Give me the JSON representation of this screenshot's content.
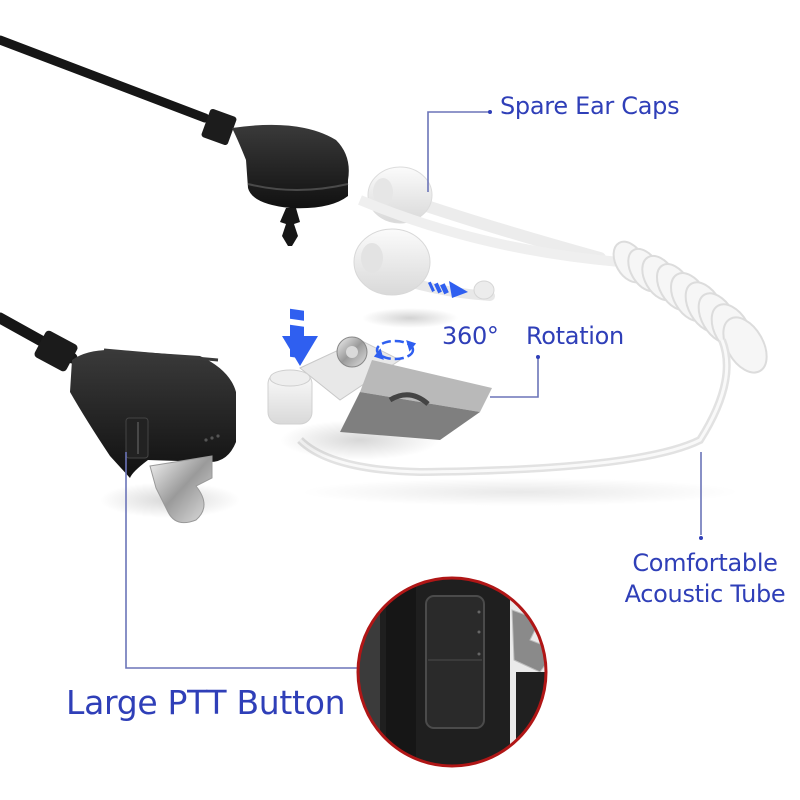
{
  "image": {
    "subject": "acoustic tube earpiece with PTT microphone",
    "background_color": "#ffffff",
    "accent_color": "#2f3fb8",
    "arrow_color": "#2f5ff0",
    "callout_line_color": "#6b74b8",
    "inset_ring_color": "#b01616"
  },
  "callouts": {
    "spare_ear_caps": "Spare Ear Caps",
    "rotation_degrees": "360°",
    "rotation_label": "Rotation",
    "tube_line1": "Comfortable",
    "tube_line2": "Acoustic Tube",
    "ptt_button": "Large PTT Button"
  },
  "icons": {
    "down_arrow": "dashed-down-arrow-icon",
    "right_arrow": "dashed-right-arrow-icon",
    "rotation": "rotation-circle-icon"
  }
}
